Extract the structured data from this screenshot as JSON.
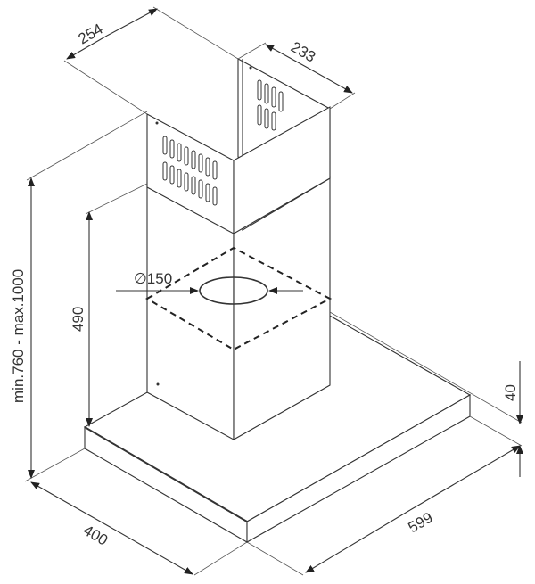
{
  "title": "Cooker hood dimension drawing",
  "dimensions": {
    "chimney_width": "254",
    "chimney_depth": "233",
    "total_height": "min.760 - max.1000",
    "lower_chimney_height": "490",
    "duct_diameter": "∅150",
    "canopy_thickness": "40",
    "canopy_depth": "400",
    "canopy_width": "599"
  },
  "colors": {
    "line": "#333333",
    "background": "#ffffff"
  }
}
